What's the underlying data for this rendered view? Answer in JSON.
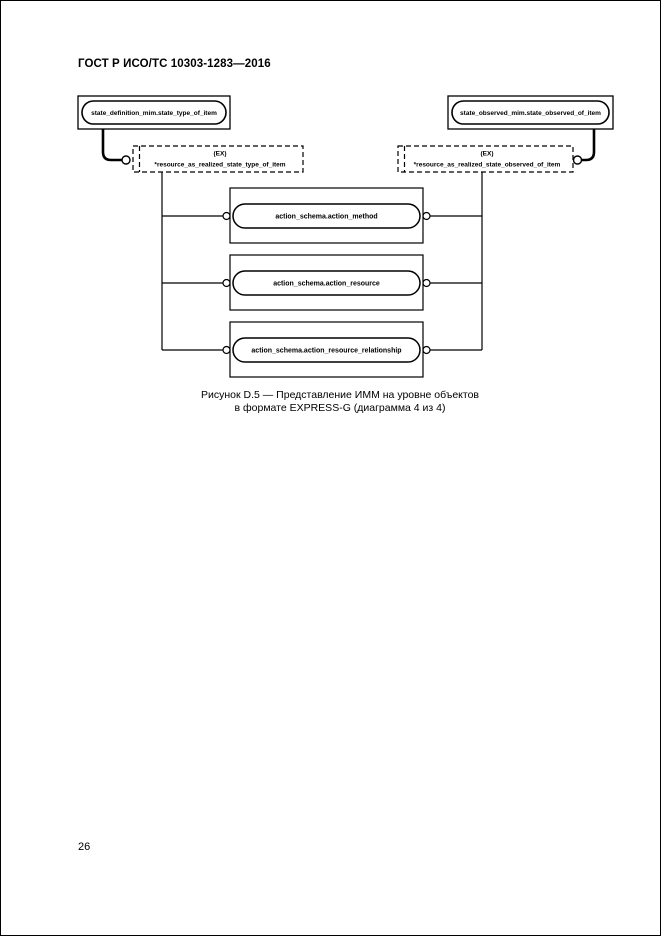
{
  "page": {
    "header": "ГОСТ Р ИСО/ТС 10303-1283—2016",
    "page_number": "26"
  },
  "diagram": {
    "top_left_ref": "state_definition_mim.state_type_of_item",
    "top_right_ref": "state_observed_mim.state_observed_of_item",
    "left_select": {
      "tag": "(EX)",
      "name": "*resource_as_realized_state_type_of_item"
    },
    "right_select": {
      "tag": "(EX)",
      "name": "*resource_as_realized_state_observed_of_item"
    },
    "entities": [
      "action_schema.action_method",
      "action_schema.action_resource",
      "action_schema.action_resource_relationship"
    ]
  },
  "caption": {
    "line1": "Рисунок D.5 — Представление ИММ на уровне объектов",
    "line2": "в формате EXPRESS-G (диаграмма 4 из 4)"
  }
}
